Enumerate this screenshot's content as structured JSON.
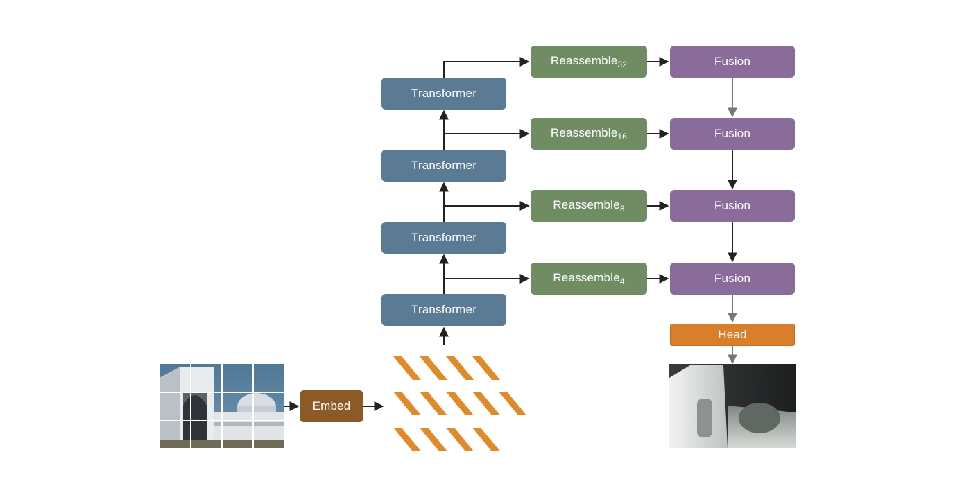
{
  "diagram": {
    "transformers": [
      "Transformer",
      "Transformer",
      "Transformer",
      "Transformer"
    ],
    "reassemble": [
      {
        "base": "Reassemble",
        "sub": "32"
      },
      {
        "base": "Reassemble",
        "sub": "16"
      },
      {
        "base": "Reassemble",
        "sub": "8"
      },
      {
        "base": "Reassemble",
        "sub": "4"
      }
    ],
    "fusion": [
      "Fusion",
      "Fusion",
      "Fusion",
      "Fusion"
    ],
    "head": "Head",
    "embed": "Embed",
    "colors": {
      "transformer": "#5b7b95",
      "reassemble": "#6f8c63",
      "fusion": "#8a6c9b",
      "head": "#d97f2c",
      "embed": "#8b5a26",
      "token": "#e08a2a"
    },
    "token_grid": {
      "rows": 3,
      "per_row": [
        4,
        5,
        4
      ]
    }
  }
}
